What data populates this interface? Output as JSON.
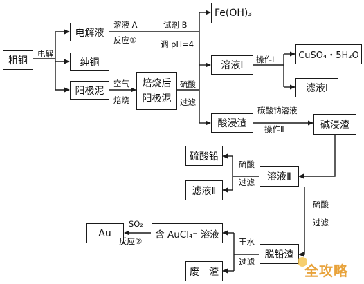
{
  "nodes": {
    "crude_copper": "粗铜",
    "electrolyte": "电解液",
    "pure_copper": "纯铜",
    "anode_mud": "阳极泥",
    "roasted_line1": "焙烧后",
    "roasted_line2": "阳极泥",
    "feoh3": "Fe(OH)₃",
    "solution_1": "溶液Ⅰ",
    "cuso4": "CuSO₄・5H₂O",
    "filtrate_1": "滤液Ⅰ",
    "acid_leach_residue": "酸浸渣",
    "alkali_leach_residue": "碱浸渣",
    "lead_sulfate": "硫酸铅",
    "filtrate_2": "滤液Ⅱ",
    "solution_2": "溶液Ⅱ",
    "deleaded_residue": "脱铅渣",
    "aucl4_solution": "含 AuCl₄⁻ 溶液",
    "au": "Au",
    "waste_residue": "废　渣"
  },
  "labels": {
    "electrolysis": "电解",
    "solution_a": "溶液 A",
    "reaction_1": "反应①",
    "reagent_b": "试剂 B",
    "adjust_ph": "调 pH=4",
    "air": "空气",
    "roast": "焙烧",
    "sulfuric_acid": "硫酸",
    "filter": "过滤",
    "operation_1": "操作Ⅰ",
    "sodium_carbonate_solution": "碳酸钠溶液",
    "operation_2": "操作Ⅱ",
    "sulfuric_acid_2": "硫酸",
    "filter_2": "过滤",
    "sulfuric_acid_3": "硫酸",
    "filter_3": "过滤",
    "aqua_regia": "王水",
    "filter_4": "过滤",
    "so2": "SO₂",
    "reaction_2": "反应②"
  },
  "watermark": "全攻略",
  "colors": {
    "line": "#1a1a1a",
    "watermark": "#e8a33c"
  }
}
